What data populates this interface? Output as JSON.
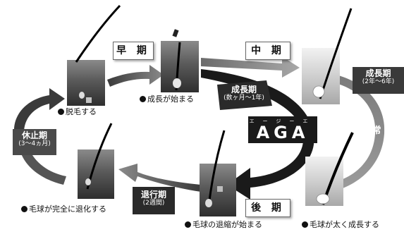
{
  "phases": {
    "early": "早 期",
    "middle": "中 期",
    "late": "後 期"
  },
  "stages": {
    "growth": {
      "label": "成長期",
      "sub": "(数ヶ月〜1年)"
    },
    "growth_normal": {
      "label": "成長期",
      "sub": "(2年〜6年)"
    },
    "resting": {
      "label": "休止期",
      "sub": "(3〜4ヵ月)"
    },
    "regression": {
      "label": "退行期",
      "sub": "(2週間)"
    }
  },
  "captions": {
    "shedding": "脱毛する",
    "growth_start": "成長が始まる",
    "bulb_regress": "毛球が完全に退化する",
    "bulb_shrink": "毛球の退縮が始まる",
    "bulb_grow": "毛球が太く成長する"
  },
  "aga": {
    "ruby": "エージーエー",
    "text": "AGA"
  },
  "normal": "正常時"
}
